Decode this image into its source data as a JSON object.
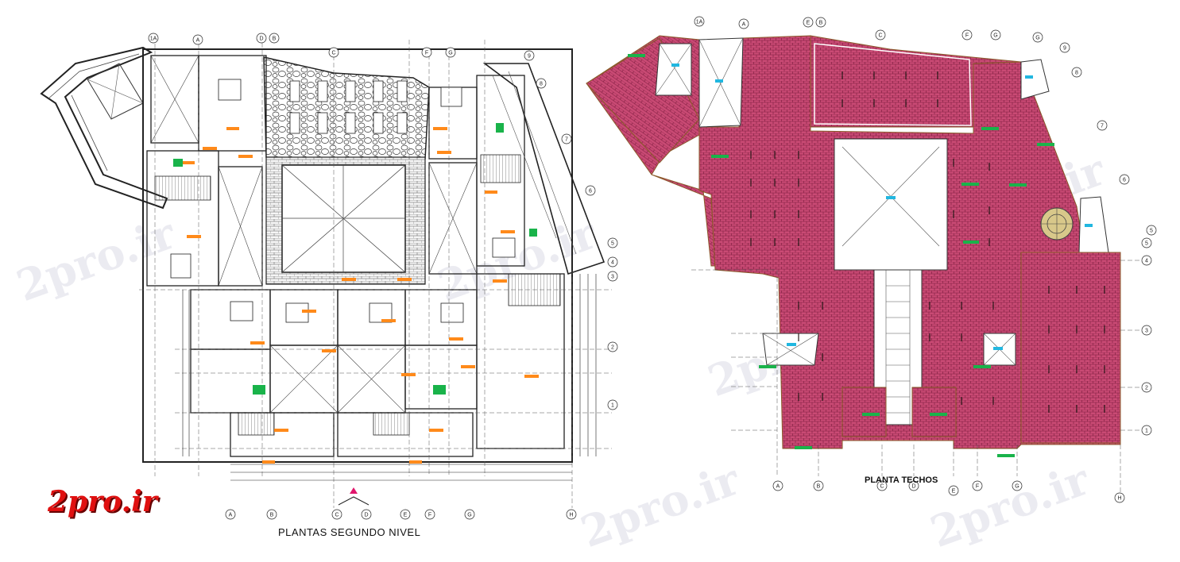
{
  "logo": "2pro.ir",
  "watermark": "2pro.ir",
  "left_plan": {
    "title": "PLANTAS SEGUNDO NIVEL",
    "top_axes": [
      "1A",
      "A",
      "D",
      "B",
      "C",
      "F",
      "G"
    ],
    "bottom_axes": [
      "A",
      "B",
      "C",
      "D",
      "E",
      "F",
      "G",
      "H"
    ],
    "right_axes": [
      "9",
      "8",
      "7",
      "6",
      "5",
      "4",
      "3",
      "2",
      "1"
    ]
  },
  "right_plan": {
    "title": "PLANTA TECHOS",
    "top_axes": [
      "1A",
      "A",
      "E",
      "B",
      "C",
      "F",
      "G",
      "G"
    ],
    "bottom_axes": [
      "A",
      "B",
      "C",
      "D",
      "E",
      "F",
      "G",
      "H"
    ],
    "right_axes": [
      "9",
      "8",
      "7",
      "6",
      "5",
      "5",
      "4",
      "3",
      "2",
      "1"
    ]
  },
  "colors": {
    "roof": "#c2406a",
    "roof_tile": "#8a1e44",
    "green_tag": "#19b34a",
    "orange_tag": "#ff8a1a",
    "cyan_mark": "#21b7e0",
    "wall": "#222222",
    "north_arrow": "#e0156b"
  }
}
